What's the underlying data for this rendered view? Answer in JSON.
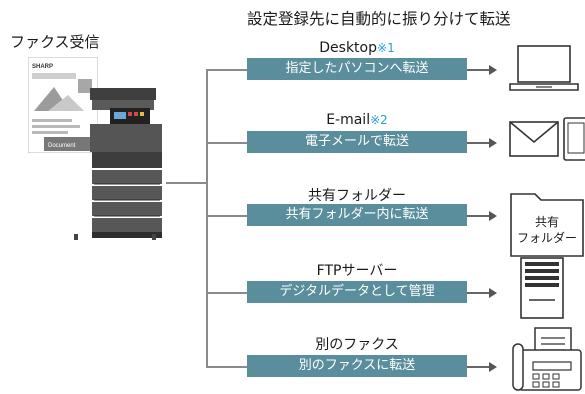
{
  "heading": "設定登録先に自動的に振り分けて転送",
  "source": {
    "title": "ファクス受信",
    "document_brand": "SHARP",
    "document_label": "Document"
  },
  "destinations": [
    {
      "title": "Desktop",
      "note": "※1",
      "label": "指定したパソコンへ転送",
      "icon": "laptop-icon"
    },
    {
      "title": "E-mail",
      "note": "※2",
      "label": "電子メールで転送",
      "icon": "envelope-tablet-icon"
    },
    {
      "title": "共有フォルダー",
      "label": "共有フォルダー内に転送",
      "icon": "shared-folder-icon",
      "icon_text_1": "共有",
      "icon_text_2": "フォルダー"
    },
    {
      "title": "FTPサーバー",
      "label": "デジタルデータとして管理",
      "icon": "ftp-server-icon"
    },
    {
      "title": "別のファクス",
      "label": "別のファクスに転送",
      "icon": "fax-machine-icon"
    }
  ],
  "colors": {
    "label_bg": "#5a8e9c",
    "note_color": "#1fa4dd",
    "connector": "#8a8a8a"
  }
}
